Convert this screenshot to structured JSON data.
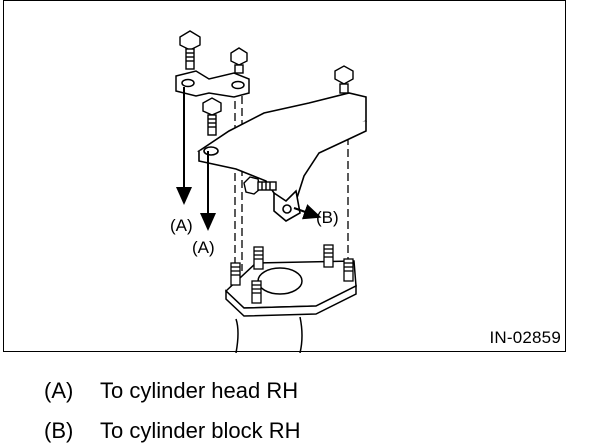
{
  "figure": {
    "code": "IN-02859",
    "label_a": "(A)",
    "label_a2": "(A)",
    "label_b": "(B)"
  },
  "legend": [
    {
      "key": "(A)",
      "text": "To cylinder head RH"
    },
    {
      "key": "(B)",
      "text": "To cylinder block RH"
    }
  ]
}
